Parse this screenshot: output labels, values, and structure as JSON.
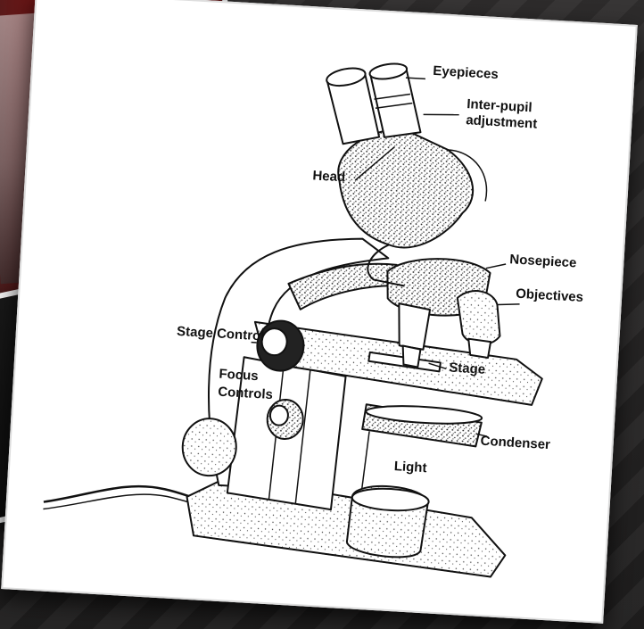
{
  "labels": {
    "eyepieces": "Eyepieces",
    "inter_pupil_1": "Inter-pupil",
    "inter_pupil_2": "adjustment",
    "head": "Head",
    "nosepiece": "Nosepiece",
    "objectives": "Objectives",
    "stage_control": "Stage Control",
    "stage": "Stage",
    "focus_1": "Focus",
    "focus_2": "Controls",
    "condenser": "Condenser",
    "light": "Light"
  },
  "colors": {
    "background": "#2a2828",
    "card": "#ffffff",
    "ink": "#111111",
    "red_photo": "#b01818"
  }
}
